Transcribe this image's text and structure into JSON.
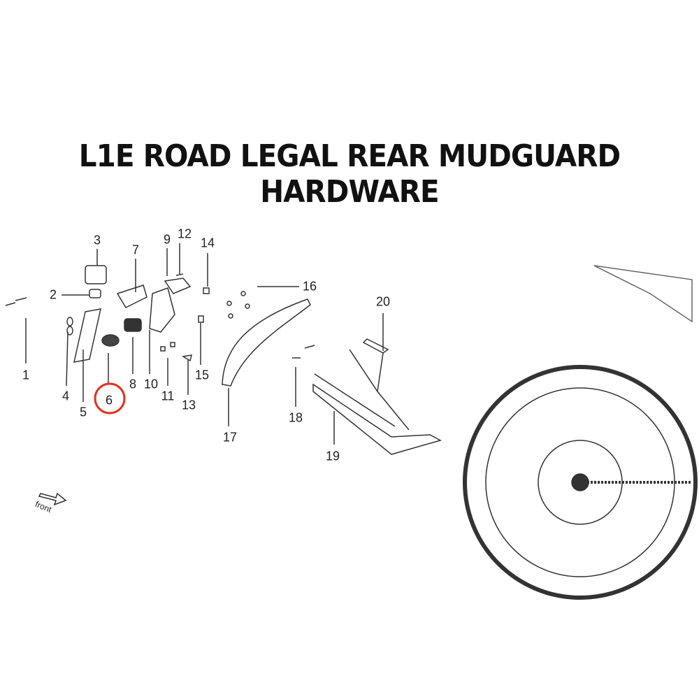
{
  "title": "L1E ROAD LEGAL REAR MUDGUARD HARDWARE",
  "direction_label": "front",
  "highlight_color": "#e0321e",
  "highlighted_part": "6",
  "callouts": [
    "1",
    "2",
    "3",
    "4",
    "5",
    "6",
    "7",
    "8",
    "9",
    "10",
    "11",
    "12",
    "13",
    "14",
    "15",
    "16",
    "17",
    "18",
    "19",
    "20"
  ]
}
